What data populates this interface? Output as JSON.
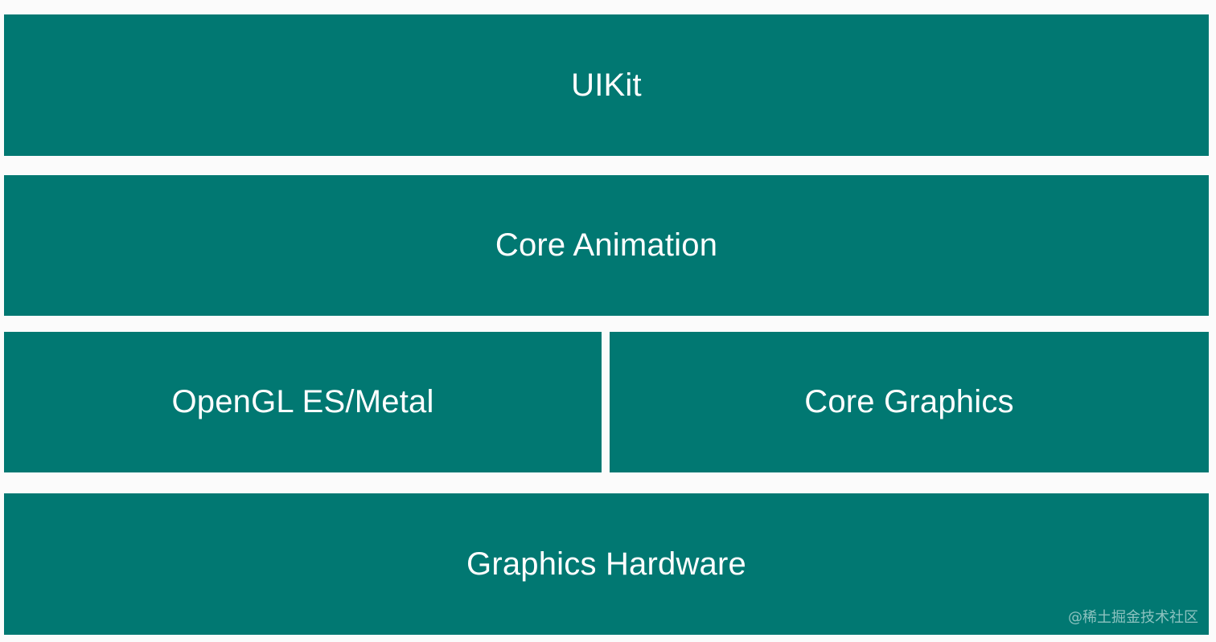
{
  "diagram": {
    "layers": {
      "uikit": "UIKit",
      "core_animation": "Core Animation",
      "opengl_metal": "OpenGL ES/Metal",
      "core_graphics": "Core Graphics",
      "graphics_hardware": "Graphics Hardware"
    },
    "watermark": "@稀土掘金技术社区",
    "colors": {
      "layer_fill": "#017872",
      "label_text": "#ffffff",
      "background": "#fbfbfb"
    }
  }
}
